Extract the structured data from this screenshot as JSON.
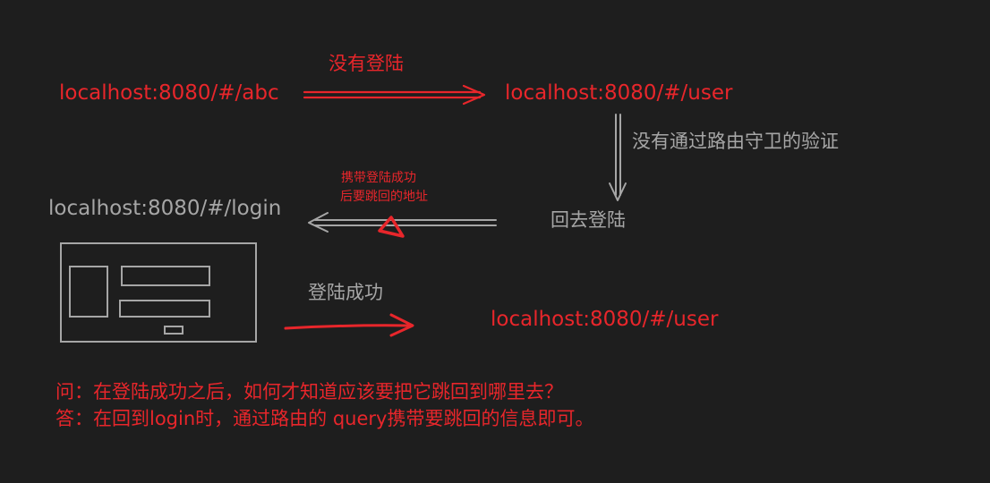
{
  "nodes": {
    "url_abc": "localhost:8080/#/abc",
    "url_user_top": "localhost:8080/#/user",
    "url_login": "localhost:8080/#/login",
    "url_user_bottom": "localhost:8080/#/user",
    "go_back_login": "回去登陆"
  },
  "edges": {
    "not_logged_in": "没有登陆",
    "guard_failed": "没有通过路由守卫的验证",
    "carry_redirect_line1": "携带登陆成功",
    "carry_redirect_line2": "后要跳回的地址",
    "login_success": "登陆成功"
  },
  "qa": {
    "question": "问：在登陆成功之后，如何才知道应该要把它跳回到哪里去？",
    "answer": "答：在回到login时，通过路由的 query携带要跳回的信息即可。"
  },
  "colors": {
    "background": "#1e1e1e",
    "accent_red": "#e8262b",
    "neutral_gray": "#a6a6a6"
  }
}
